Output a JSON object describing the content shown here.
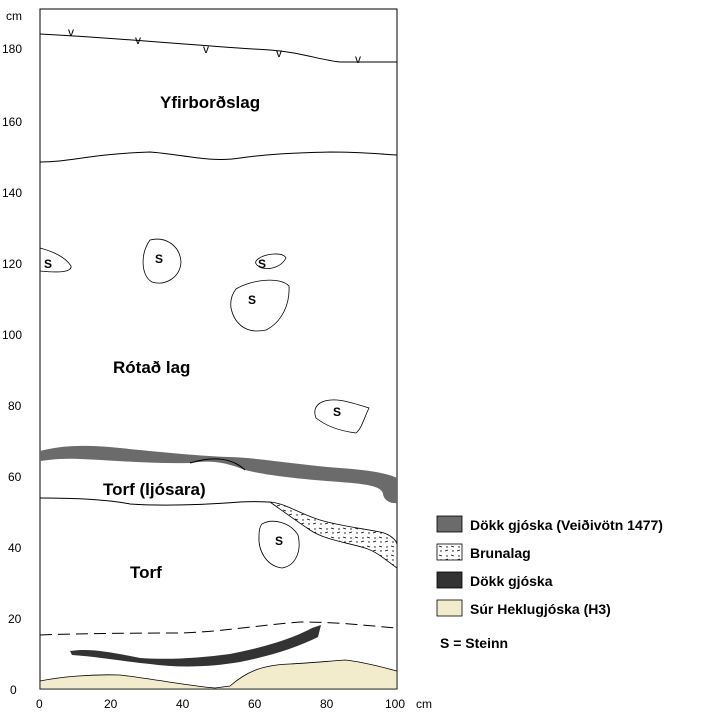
{
  "axes": {
    "y_unit": "cm",
    "x_unit": "cm",
    "y_ticks": [
      "0",
      "20",
      "40",
      "60",
      "80",
      "100",
      "120",
      "140",
      "160",
      "180"
    ],
    "x_ticks": [
      "0",
      "20",
      "40",
      "60",
      "80",
      "100"
    ]
  },
  "layers": {
    "surface": "Yfirborðslag",
    "disturbed": "Rótað lag",
    "turf_light": "Torf (ljósara)",
    "turf": "Torf"
  },
  "stone_symbol": "S",
  "surface_marker": "v",
  "legend": [
    {
      "label": "Dökk gjóska (Veiðivötn 1477)",
      "color": "#6b6b6b"
    },
    {
      "label": "Brunalag",
      "color": "#ffffff"
    },
    {
      "label": "Dökk gjóska",
      "color": "#333333"
    },
    {
      "label": "Súr Heklugjóska (H3)",
      "color": "#f2ebcc"
    },
    {
      "label": "S = Steinn",
      "color": ""
    }
  ],
  "colors": {
    "tephra_1477": "#6b6b6b",
    "dark_tephra": "#333333",
    "h3": "#f2ebcc",
    "lines": "#000000"
  }
}
